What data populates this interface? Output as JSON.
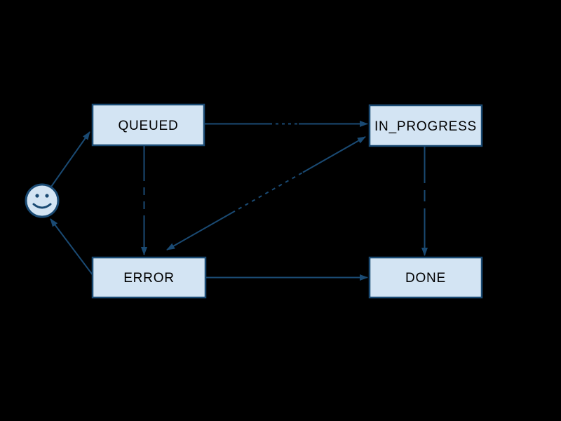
{
  "diagram": {
    "type": "state-machine-diagram",
    "background_note": "black background, no visible title or chrome",
    "edge_labels_note": "edge labels were rendered black-on-black and are illegible; only small gaps on the lines are visible",
    "colors": {
      "background": "#000000",
      "node_fill": "#d3e4f3",
      "line": "#1a4a73",
      "text": "#000000"
    },
    "nodes": {
      "queued": {
        "label": "QUEUED"
      },
      "in_progress": {
        "label": "IN_PROGRESS"
      },
      "error": {
        "label": "ERROR"
      },
      "done": {
        "label": "DONE"
      },
      "smiley": {
        "label": "",
        "icon": "smiley-face-icon"
      }
    },
    "edges": [
      {
        "from": "QUEUED",
        "to": "IN_PROGRESS",
        "arrows": "end",
        "label": ""
      },
      {
        "from": "QUEUED",
        "to": "ERROR",
        "arrows": "end",
        "label": ""
      },
      {
        "from": "IN_PROGRESS",
        "to": "DONE",
        "arrows": "end",
        "label": ""
      },
      {
        "from": "IN_PROGRESS",
        "to": "ERROR",
        "arrows": "both",
        "label": ""
      },
      {
        "from": "ERROR",
        "to": "DONE",
        "arrows": "end",
        "label": ""
      },
      {
        "from": "ERROR",
        "to": "smiley",
        "arrows": "end",
        "label": ""
      },
      {
        "from": "smiley",
        "to": "QUEUED",
        "arrows": "end",
        "label": ""
      }
    ]
  }
}
